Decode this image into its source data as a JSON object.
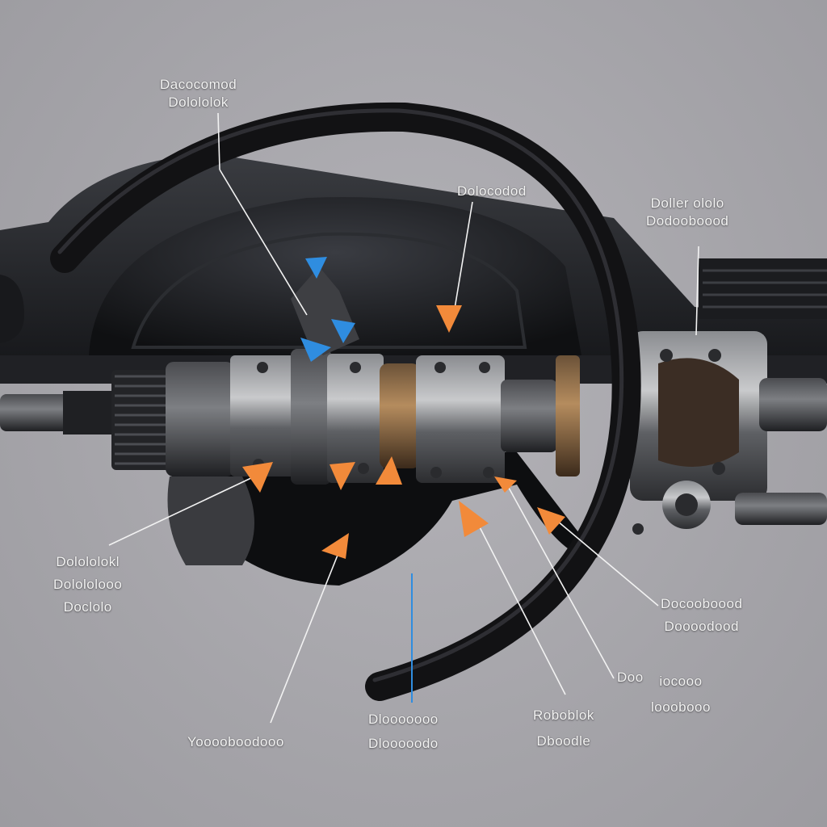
{
  "labels": {
    "top_left": [
      "Dacocomod",
      "Dolololok"
    ],
    "top_center": [
      "Dolocodod"
    ],
    "top_right": [
      "Doller ololo",
      "Dodooboood"
    ],
    "left": [
      "Dolololokl",
      "Dolololooo",
      "Doclolo"
    ],
    "right": [
      "Docooboood",
      "Doooodood"
    ],
    "bottom_left": [
      "Yooooboodooo"
    ],
    "bottom_center_left": [
      "Dlooooooo",
      "Dlooooodo"
    ],
    "bottom_center": [
      "Roboblok",
      "Dboodle"
    ],
    "bottom_right_a": [
      "Doo"
    ],
    "bottom_right_b": [
      "iocooo",
      "looobooo"
    ]
  },
  "colors": {
    "background": "#a6a5aa",
    "dashboard": "#1c1d20",
    "wheel": "#121214",
    "arrow_orange": "#f28a3a",
    "arrow_blue": "#2f8de0",
    "label_text": "#f4f4f4"
  }
}
